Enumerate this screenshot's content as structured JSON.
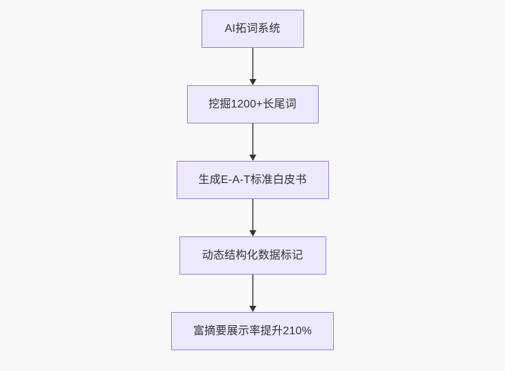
{
  "diagram": {
    "type": "flowchart",
    "direction": "top-to-bottom",
    "background_color": "#f8f8f8",
    "node_fill_color": "#ece9fc",
    "node_border_color": "#9d79d6",
    "node_text_color": "#333333",
    "edge_line_color": "#666666",
    "edge_arrow_color": "#333333",
    "nodes": [
      {
        "id": "n1",
        "label": "AI拓词系统"
      },
      {
        "id": "n2",
        "label": "挖掘1200+长尾词"
      },
      {
        "id": "n3",
        "label": "生成E-A-T标准白皮书"
      },
      {
        "id": "n4",
        "label": "动态结构化数据标记"
      },
      {
        "id": "n5",
        "label": "富摘要展示率提升210%"
      }
    ],
    "edges": [
      {
        "from": "n1",
        "to": "n2",
        "label": ""
      },
      {
        "from": "n2",
        "to": "n3",
        "label": ""
      },
      {
        "from": "n3",
        "to": "n4",
        "label": ""
      },
      {
        "from": "n4",
        "to": "n5",
        "label": ""
      }
    ]
  }
}
